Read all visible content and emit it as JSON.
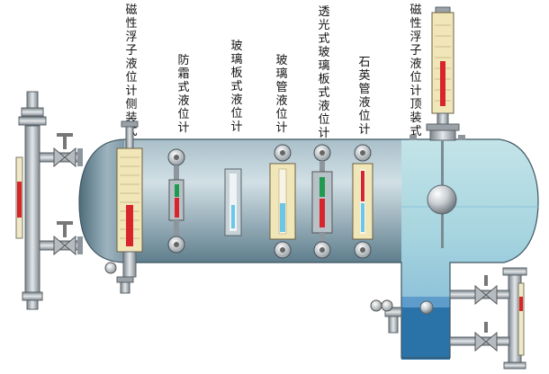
{
  "labels": {
    "magnetic_side": "磁性浮子液位计侧装式",
    "antifrost": "防霜式液位计",
    "glass_plate": "玻璃板式液位计",
    "glass_tube": "玻璃管液位计",
    "transparent_glass_plate": "透光式玻璃板式液位计",
    "quartz_tube": "石英管液位计",
    "magnetic_top": "磁性浮子液位计顶装式"
  },
  "colors": {
    "vessel_body": "#6a8796",
    "vessel_highlight": "#b8ccd6",
    "liquid_top": "#b5dde3",
    "liquid_bottom": "#7fb7d6",
    "outlet_water": "#2a73a9",
    "indicator_red": "#d8252c",
    "indicator_blue": "#6cc6e6",
    "indicator_green": "#1f9a4f",
    "gauge_body": "#f1e6b8",
    "pipe_gray": "#9aa2a8"
  }
}
